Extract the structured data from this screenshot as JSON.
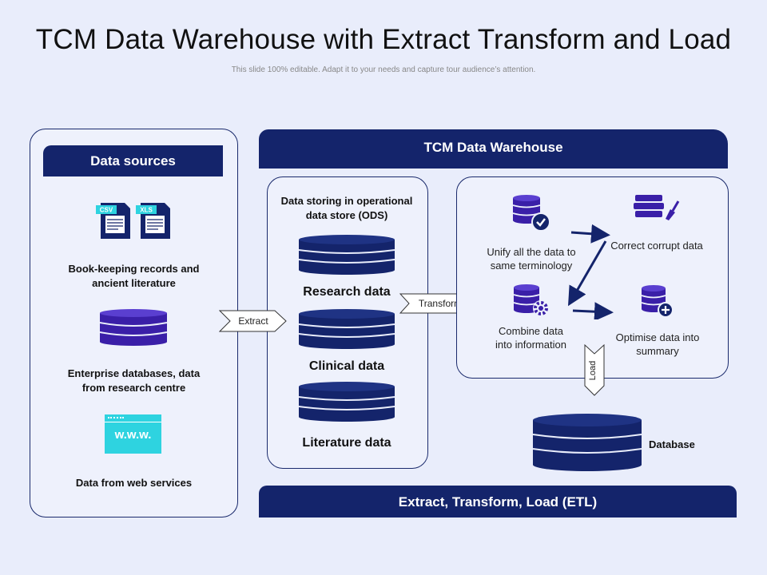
{
  "title": "TCM Data Warehouse with Extract Transform and Load",
  "subtitle": "This slide 100% editable. Adapt it to your needs and capture tour audience’s attention.",
  "sources": {
    "header": "Data sources",
    "csv_tag": "CSV",
    "xls_tag": "XLS",
    "item1": "Book-keeping records and ancient literature",
    "item2": "Enterprise databases, data from research centre",
    "www_text": "w.w.w.",
    "item3": "Data from web services"
  },
  "warehouse": {
    "header": "TCM Data Warehouse",
    "ods_title": "Data storing in operational data store (ODS)",
    "research": "Research data",
    "clinical": "Clinical data",
    "literature": "Literature data",
    "unify": "Unify all the data to same terminology",
    "correct": "Correct corrupt data",
    "combine": "Combine data into information",
    "optimise": "Optimise data into summary"
  },
  "arrows": {
    "extract": "Extract",
    "transform": "Transform",
    "load": "Load"
  },
  "database": "Database",
  "footer": "Extract, Transform, Load (ETL)",
  "colors": {
    "navy": "#14246b",
    "purple": "#3a1fa8",
    "cyan": "#2ed3e0",
    "bg": "#e9edfb"
  }
}
